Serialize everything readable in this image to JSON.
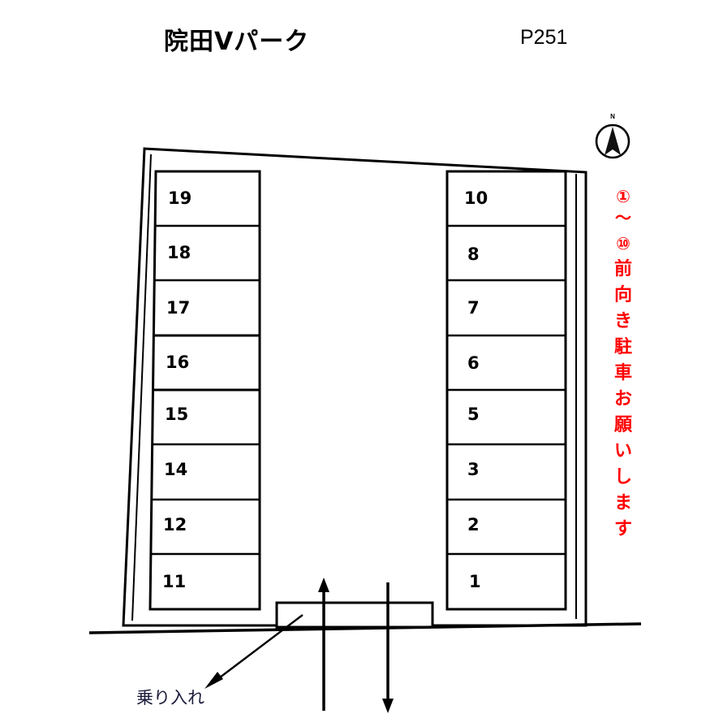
{
  "header": {
    "title": "院田Ⅴパーク",
    "code": "P251"
  },
  "compass": {
    "label": "N",
    "icon": "north-arrow-icon"
  },
  "notice": {
    "color": "#ff0000",
    "full_text": "①〜⑩ 前向き駐車お願いします",
    "chars": [
      "①",
      "〜",
      "⑩",
      "前",
      "向",
      "き",
      "駐",
      "車",
      "お",
      "願",
      "い",
      "し",
      "ま",
      "す"
    ]
  },
  "entry": {
    "label": "乗り入れ"
  },
  "lot": {
    "left_column": {
      "name": "west-stall-column",
      "stalls": [
        "19",
        "18",
        "17",
        "16",
        "15",
        "14",
        "12",
        "11"
      ]
    },
    "right_column": {
      "name": "east-stall-column",
      "stalls": [
        "10",
        "8",
        "7",
        "6",
        "5",
        "3",
        "2",
        "1"
      ]
    }
  },
  "flow": {
    "arrow_up": "one-way-up-arrow",
    "arrow_down": "one-way-down-arrow",
    "entry_pointer": "entry-pointer-arrow"
  }
}
